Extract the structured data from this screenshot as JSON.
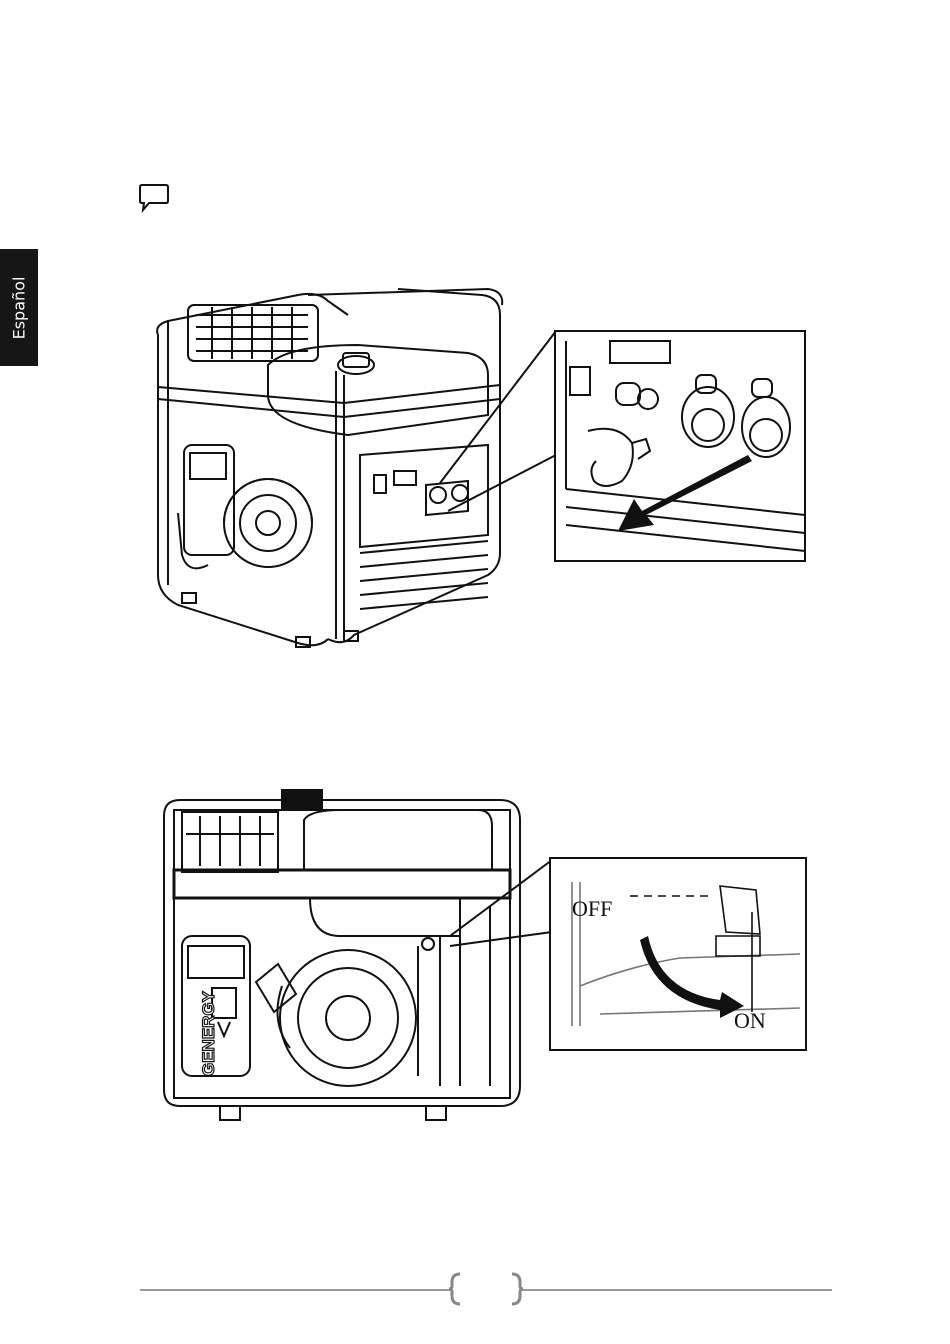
{
  "sidebar": {
    "language_tab": "Español"
  },
  "icons": {
    "note": "speech-bubble-icon"
  },
  "figure2": {
    "fuel_valve": {
      "off_label": "OFF",
      "on_label": "ON"
    }
  },
  "brand": {
    "logo_text": "GENERGY"
  },
  "footer": {
    "page_number": ""
  }
}
